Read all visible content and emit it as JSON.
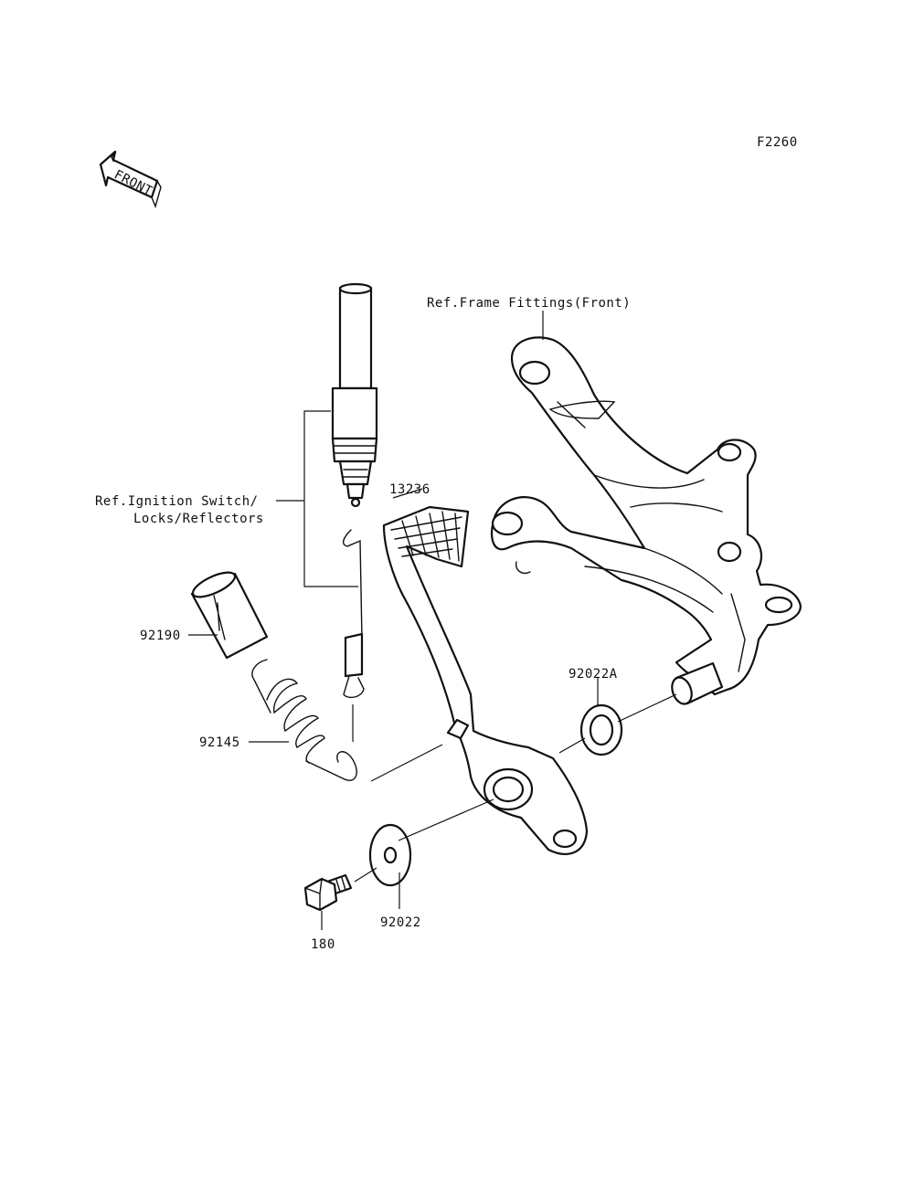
{
  "figure_code": "F2260",
  "front_indicator": "FRONT",
  "references": {
    "frame_fittings": "Ref.Frame Fittings(Front)",
    "ignition_line1": "Ref.Ignition Switch/",
    "ignition_line2": "Locks/Reflectors"
  },
  "parts": {
    "pedal": "13236",
    "cover": "92190",
    "spring": "92145",
    "washer_a": "92022A",
    "washer": "92022",
    "bolt": "180"
  }
}
